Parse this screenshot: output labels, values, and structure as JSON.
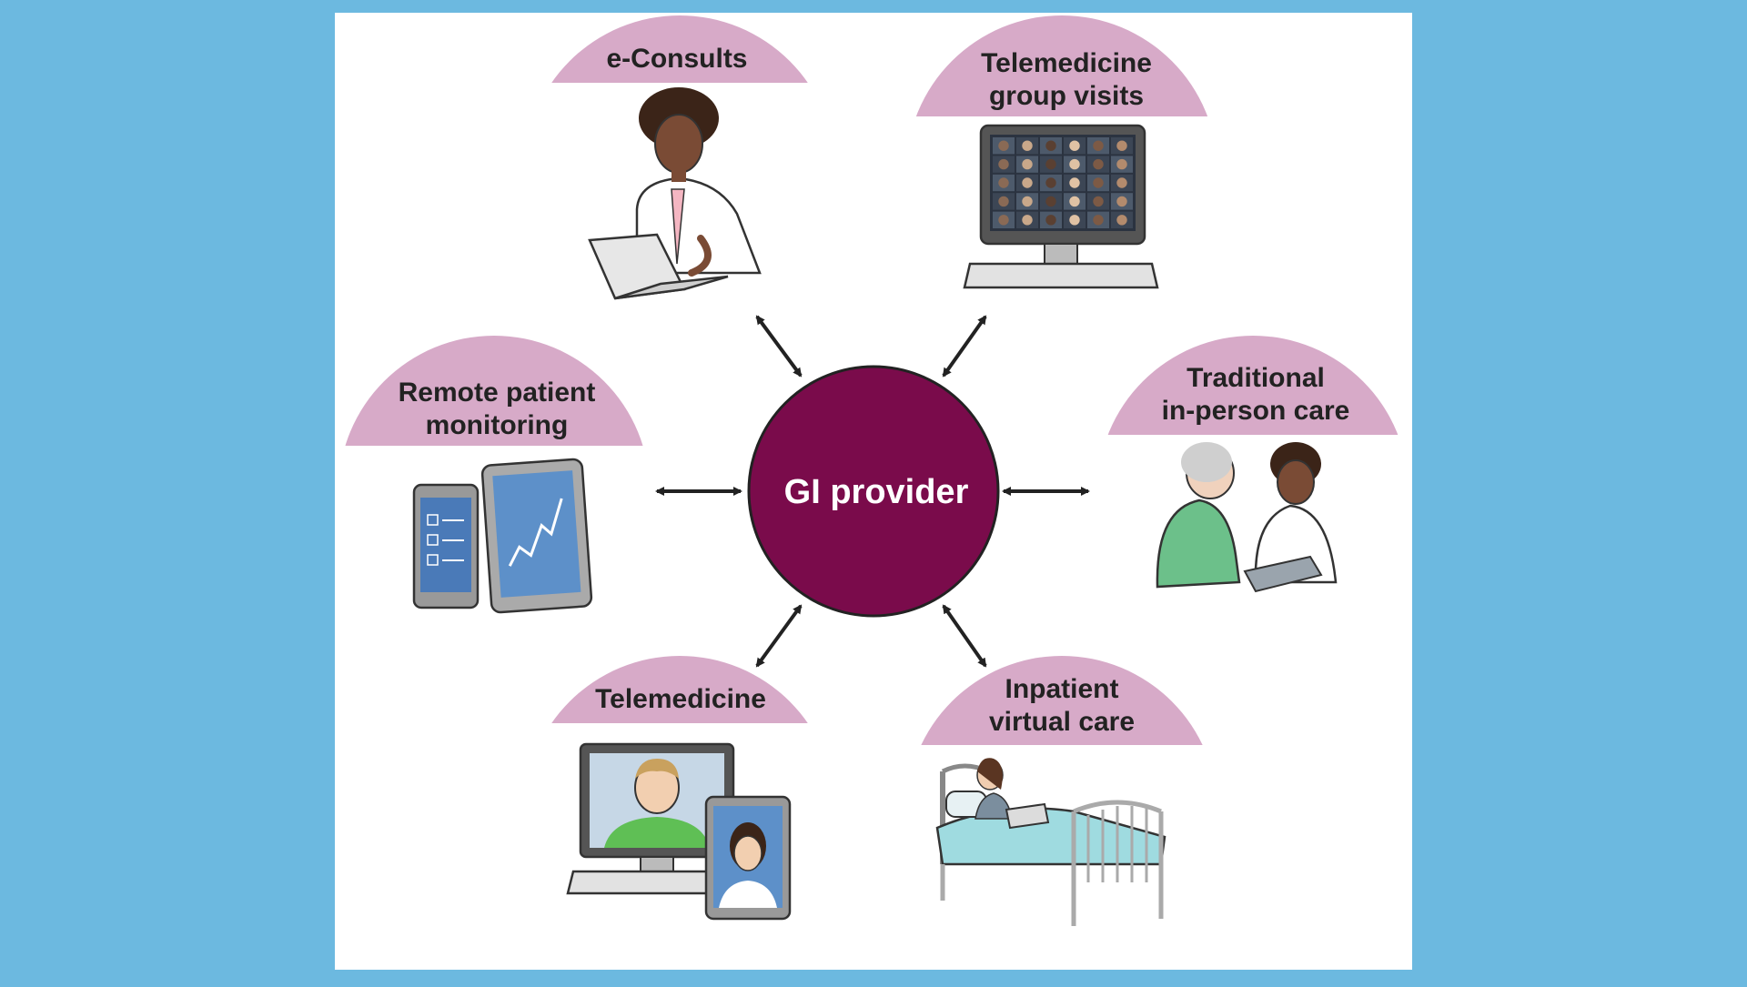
{
  "colors": {
    "background": "#6cb9e0",
    "panel": "#ffffff",
    "hub_fill": "#7a0b4b",
    "label_band": "#d7aac8",
    "outline": "#222222",
    "arrow": "#222222"
  },
  "hub": {
    "label": "GI provider"
  },
  "nodes": [
    {
      "id": "e-consults",
      "lines": [
        "e-Consults"
      ],
      "icon": "doctor-laptop-icon"
    },
    {
      "id": "telemedicine-group-visits",
      "lines": [
        "Telemedicine",
        "group visits"
      ],
      "icon": "video-grid-monitor-icon"
    },
    {
      "id": "remote-patient-monitoring",
      "lines": [
        "Remote patient",
        "monitoring"
      ],
      "icon": "phone-tablet-chart-icon"
    },
    {
      "id": "traditional-in-person-care",
      "lines": [
        "Traditional",
        "in-person care"
      ],
      "icon": "doctor-patient-icon"
    },
    {
      "id": "telemedicine",
      "lines": [
        "Telemedicine"
      ],
      "icon": "monitor-tablet-video-icon"
    },
    {
      "id": "inpatient-virtual-care",
      "lines": [
        "Inpatient",
        "virtual care"
      ],
      "icon": "hospital-bed-laptop-icon"
    }
  ]
}
